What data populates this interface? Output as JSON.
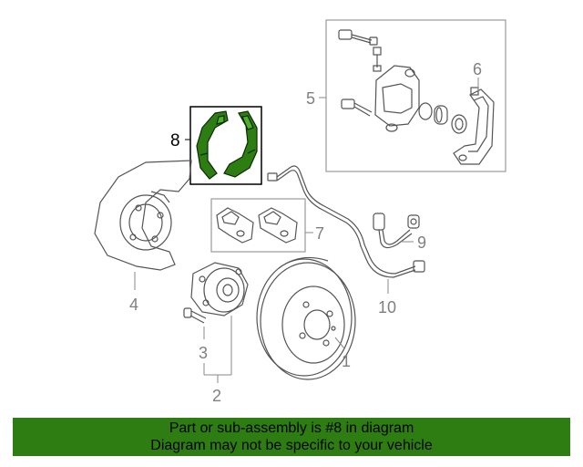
{
  "diagram": {
    "callouts": {
      "c1": "1",
      "c2": "2",
      "c3": "3",
      "c4": "4",
      "c5": "5",
      "c6": "6",
      "c7": "7",
      "c8": "8",
      "c9": "9",
      "c10": "10"
    },
    "highlighted_part": "8",
    "colors": {
      "line": "#808080",
      "highlight_fill": "#2e7d12",
      "highlight_box": "#000000",
      "banner_bg": "#2e7d12"
    },
    "parts": [
      {
        "callout": "1",
        "icon": "brake-rotor-icon"
      },
      {
        "callout": "2",
        "icon": "hub-assembly-icon"
      },
      {
        "callout": "3",
        "icon": "wheel-stud-icon"
      },
      {
        "callout": "4",
        "icon": "dust-shield-icon"
      },
      {
        "callout": "5",
        "icon": "caliper-assembly-icon"
      },
      {
        "callout": "6",
        "icon": "caliper-bracket-icon"
      },
      {
        "callout": "7",
        "icon": "brake-pads-icon"
      },
      {
        "callout": "8",
        "icon": "parking-brake-shoes-icon"
      },
      {
        "callout": "9",
        "icon": "brake-hose-icon"
      },
      {
        "callout": "10",
        "icon": "abs-sensor-wire-icon"
      }
    ]
  },
  "banner": {
    "line1": "Part or sub-assembly is #8 in diagram",
    "line2": "Diagram may not be specific to your vehicle"
  }
}
